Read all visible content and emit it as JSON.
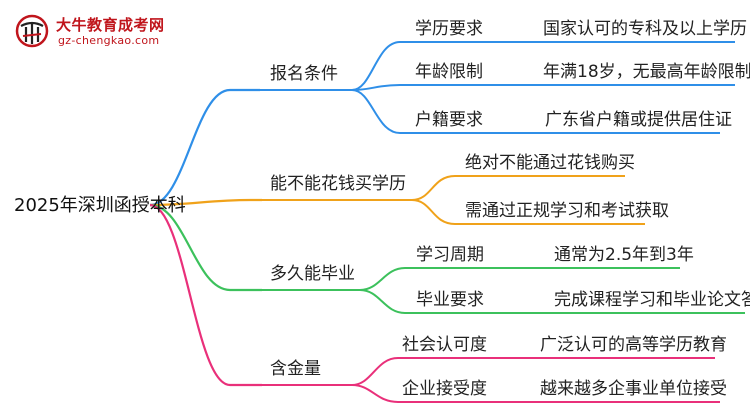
{
  "logo": {
    "title": "大牛教育成考网",
    "url": "gz-chengkao.com"
  },
  "root": "2025年深圳函授本科",
  "colors": {
    "blue": "#2f8fe8",
    "orange": "#f0a21a",
    "green": "#3cc15c",
    "pink": "#e9307a",
    "brand": "#c0151c"
  },
  "branches": [
    {
      "label": "报名条件",
      "items": [
        {
          "key": "学历要求",
          "value": "国家认可的专科及以上学历"
        },
        {
          "key": "年龄限制",
          "value": "年满18岁，无最高年龄限制"
        },
        {
          "key": "户籍要求",
          "value": "广东省户籍或提供居住证"
        }
      ]
    },
    {
      "label": "能不能花钱买学历",
      "items": [
        {
          "value": "绝对不能通过花钱购买"
        },
        {
          "value": "需通过正规学习和考试获取"
        }
      ]
    },
    {
      "label": "多久能毕业",
      "items": [
        {
          "key": "学习周期",
          "value": "通常为2.5年到3年"
        },
        {
          "key": "毕业要求",
          "value": "完成课程学习和毕业论文答辩"
        }
      ]
    },
    {
      "label": "含金量",
      "items": [
        {
          "key": "社会认可度",
          "value": "广泛认可的高等学历教育"
        },
        {
          "key": "企业接受度",
          "value": "越来越多企事业单位接受"
        }
      ]
    }
  ]
}
